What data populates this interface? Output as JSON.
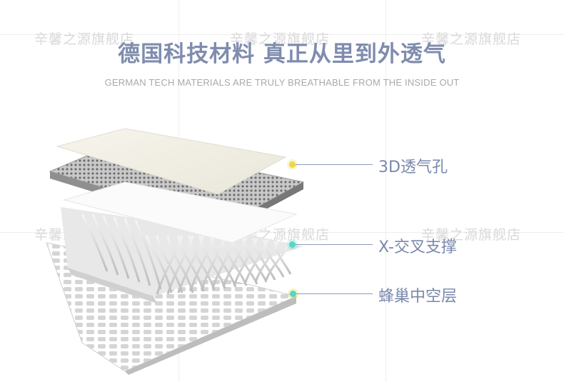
{
  "watermark": {
    "text": "辛馨之源旗舰店"
  },
  "header": {
    "title": "德国科技材料 真正从里到外透气",
    "subtitle": "GERMAN TECH MATERIALS ARE TRULY BREATHABLE FROM THE INSIDE OUT"
  },
  "layers": [
    {
      "label": "3D透气孔",
      "dot_color": "#e8d94a"
    },
    {
      "label": "X-交叉支撑",
      "dot_color": "#53d6c6"
    },
    {
      "label": "蜂巢中空层",
      "dot_color": "#53d6c6"
    }
  ],
  "colors": {
    "title": "#7f8cae",
    "label": "#7a88ac",
    "line": "#8f9bbd",
    "watermark": "#d9d9d9"
  }
}
